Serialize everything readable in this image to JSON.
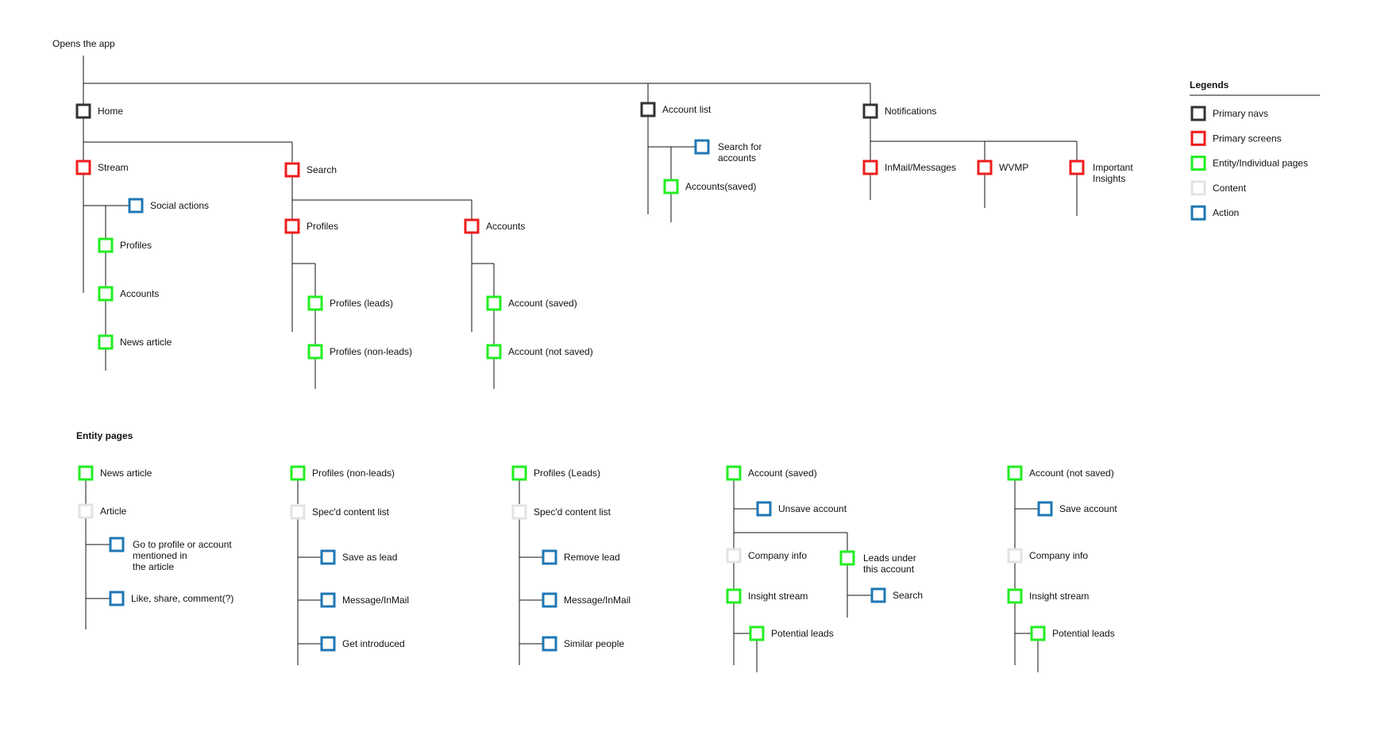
{
  "colors": {
    "primary_nav": "#333333",
    "primary_screen": "#ee1c1c",
    "entity_page": "#22ee22",
    "content": "#e3e3e3",
    "action": "#1f77b4",
    "line": "#111111"
  },
  "root": {
    "label": "Opens the app"
  },
  "nav": {
    "home": "Home",
    "stream": "Stream",
    "social_actions": "Social actions",
    "stream_profiles": "Profiles",
    "stream_accounts": "Accounts",
    "news_article": "News article",
    "search": "Search",
    "search_profiles": "Profiles",
    "search_accounts": "Accounts",
    "profiles_leads": "Profiles (leads)",
    "profiles_nonleads": "Profiles (non-leads)",
    "account_saved": "Account (saved)",
    "account_not_saved": "Account (not saved)",
    "account_list": "Account list",
    "search_for_accounts": [
      "Search for",
      "accounts"
    ],
    "accounts_saved": "Accounts(saved)",
    "notifications": "Notifications",
    "inmail_messages": "InMail/Messages",
    "wvmp": "WVMP",
    "important_insights": [
      "Important",
      "Insights"
    ]
  },
  "legend": {
    "title": "Legends",
    "items": [
      {
        "label": "Primary navs",
        "kind": "primary_nav"
      },
      {
        "label": "Primary screens",
        "kind": "primary_screen"
      },
      {
        "label": "Entity/Individual pages",
        "kind": "entity_page"
      },
      {
        "label": "Content",
        "kind": "content"
      },
      {
        "label": "Action",
        "kind": "action"
      }
    ]
  },
  "entity_pages": {
    "title": "Entity pages",
    "news_article": {
      "root": "News article",
      "article": "Article",
      "goto_profile": [
        "Go to profile or account",
        "mentioned in",
        "the article"
      ],
      "like_share": "Like, share, comment(?)"
    },
    "profiles_nonleads": {
      "root": "Profiles (non-leads)",
      "content": "Spec'd content list",
      "save_as_lead": "Save as lead",
      "message": "Message/InMail",
      "get_introduced": "Get introduced"
    },
    "profiles_leads": {
      "root": "Profiles (Leads)",
      "content": "Spec'd content list",
      "remove_lead": "Remove lead",
      "message": "Message/InMail",
      "similar_people": "Similar people"
    },
    "account_saved": {
      "root": "Account (saved)",
      "unsave": "Unsave account",
      "company_info": "Company info",
      "leads_under": [
        "Leads under",
        "this account"
      ],
      "search": "Search",
      "insight_stream": "Insight stream",
      "potential_leads": "Potential leads"
    },
    "account_not_saved": {
      "root": "Account (not saved)",
      "save_account": "Save account",
      "company_info": "Company info",
      "insight_stream": "Insight stream",
      "potential_leads": "Potential leads"
    }
  }
}
